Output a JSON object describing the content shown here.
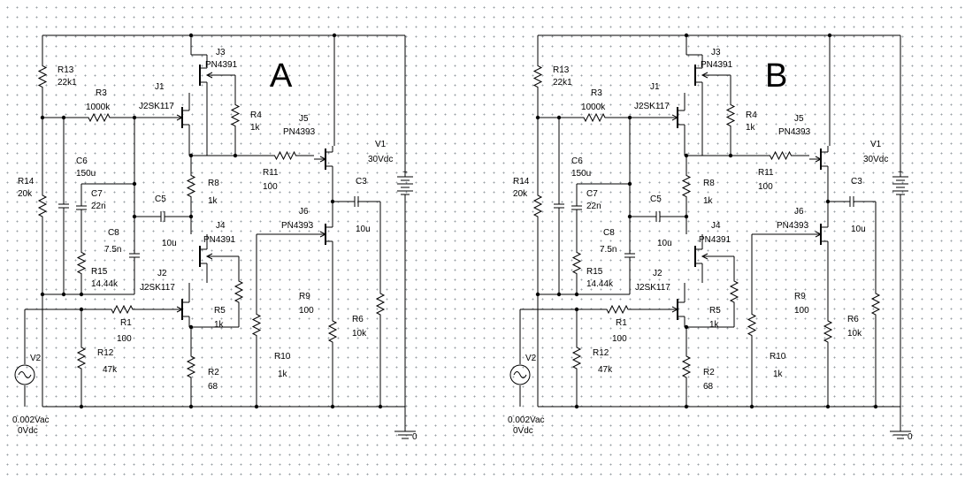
{
  "circuits": [
    {
      "title": "A",
      "components": {
        "R13": {
          "ref": "R13",
          "value": "22k1"
        },
        "R14": {
          "ref": "R14",
          "value": "20k"
        },
        "R3": {
          "ref": "R3",
          "value": "1000k"
        },
        "R4": {
          "ref": "R4",
          "value": "1k"
        },
        "R8": {
          "ref": "R8",
          "value": "1k"
        },
        "R11": {
          "ref": "R11",
          "value": "100"
        },
        "R15": {
          "ref": "R15",
          "value": "14.44k"
        },
        "R5": {
          "ref": "R5",
          "value": "1k"
        },
        "R1": {
          "ref": "R1",
          "value": "100"
        },
        "R12": {
          "ref": "R12",
          "value": "47k"
        },
        "R2": {
          "ref": "R2",
          "value": "68"
        },
        "R10": {
          "ref": "R10",
          "value": "1k"
        },
        "R9": {
          "ref": "R9",
          "value": "100"
        },
        "R6": {
          "ref": "R6",
          "value": "10k"
        },
        "C6": {
          "ref": "C6",
          "value": "150u"
        },
        "C7": {
          "ref": "C7",
          "value": "22n"
        },
        "C8": {
          "ref": "C8",
          "value": "7.5n"
        },
        "C5": {
          "ref": "C5",
          "value": "10u"
        },
        "C3": {
          "ref": "C3",
          "value": "10u"
        },
        "J1": {
          "ref": "J1",
          "value": "J2SK117"
        },
        "J2": {
          "ref": "J2",
          "value": "J2SK117"
        },
        "J3": {
          "ref": "J3",
          "value": "PN4391"
        },
        "J4": {
          "ref": "J4",
          "value": "PN4391"
        },
        "J5": {
          "ref": "J5",
          "value": "PN4393"
        },
        "J6": {
          "ref": "J6",
          "value": "PN4393"
        },
        "V1": {
          "ref": "V1",
          "value": "30Vdc"
        },
        "V2": {
          "ref": "V2",
          "value1": "0.002Vac",
          "value2": "0Vdc"
        }
      },
      "ground_label": "0"
    },
    {
      "title": "B",
      "components": {
        "R13": {
          "ref": "R13",
          "value": "22k1"
        },
        "R14": {
          "ref": "R14",
          "value": "20k"
        },
        "R3": {
          "ref": "R3",
          "value": "1000k"
        },
        "R4": {
          "ref": "R4",
          "value": "1k"
        },
        "R8": {
          "ref": "R8",
          "value": "1k"
        },
        "R11": {
          "ref": "R11",
          "value": "100"
        },
        "R15": {
          "ref": "R15",
          "value": "14.44k"
        },
        "R5": {
          "ref": "R5",
          "value": "1k"
        },
        "R1": {
          "ref": "R1",
          "value": "100"
        },
        "R12": {
          "ref": "R12",
          "value": "47k"
        },
        "R2": {
          "ref": "R2",
          "value": "68"
        },
        "R10": {
          "ref": "R10",
          "value": "1k"
        },
        "R9": {
          "ref": "R9",
          "value": "100"
        },
        "R6": {
          "ref": "R6",
          "value": "10k"
        },
        "C6": {
          "ref": "C6",
          "value": "150u"
        },
        "C7": {
          "ref": "C7",
          "value": "22n"
        },
        "C8": {
          "ref": "C8",
          "value": "7.5n"
        },
        "C5": {
          "ref": "C5",
          "value": "10u"
        },
        "C3": {
          "ref": "C3",
          "value": "10u"
        },
        "J1": {
          "ref": "J1",
          "value": "J2SK117"
        },
        "J2": {
          "ref": "J2",
          "value": "J2SK117"
        },
        "J3": {
          "ref": "J3",
          "value": "PN4391"
        },
        "J4": {
          "ref": "J4",
          "value": "PN4391"
        },
        "J5": {
          "ref": "J5",
          "value": "PN4393"
        },
        "J6": {
          "ref": "J6",
          "value": "PN4393"
        },
        "V1": {
          "ref": "V1",
          "value": "30Vdc"
        },
        "V2": {
          "ref": "V2",
          "value1": "0.002Vac",
          "value2": "0Vdc"
        }
      },
      "ground_label": "0"
    }
  ]
}
